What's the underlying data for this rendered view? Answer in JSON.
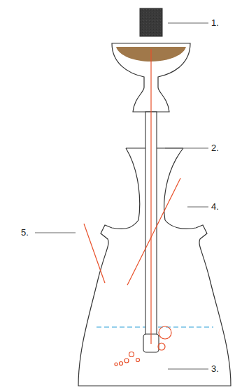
{
  "diagram": {
    "labels": [
      "1.",
      "2.",
      "4.",
      "5.",
      "3."
    ]
  }
}
